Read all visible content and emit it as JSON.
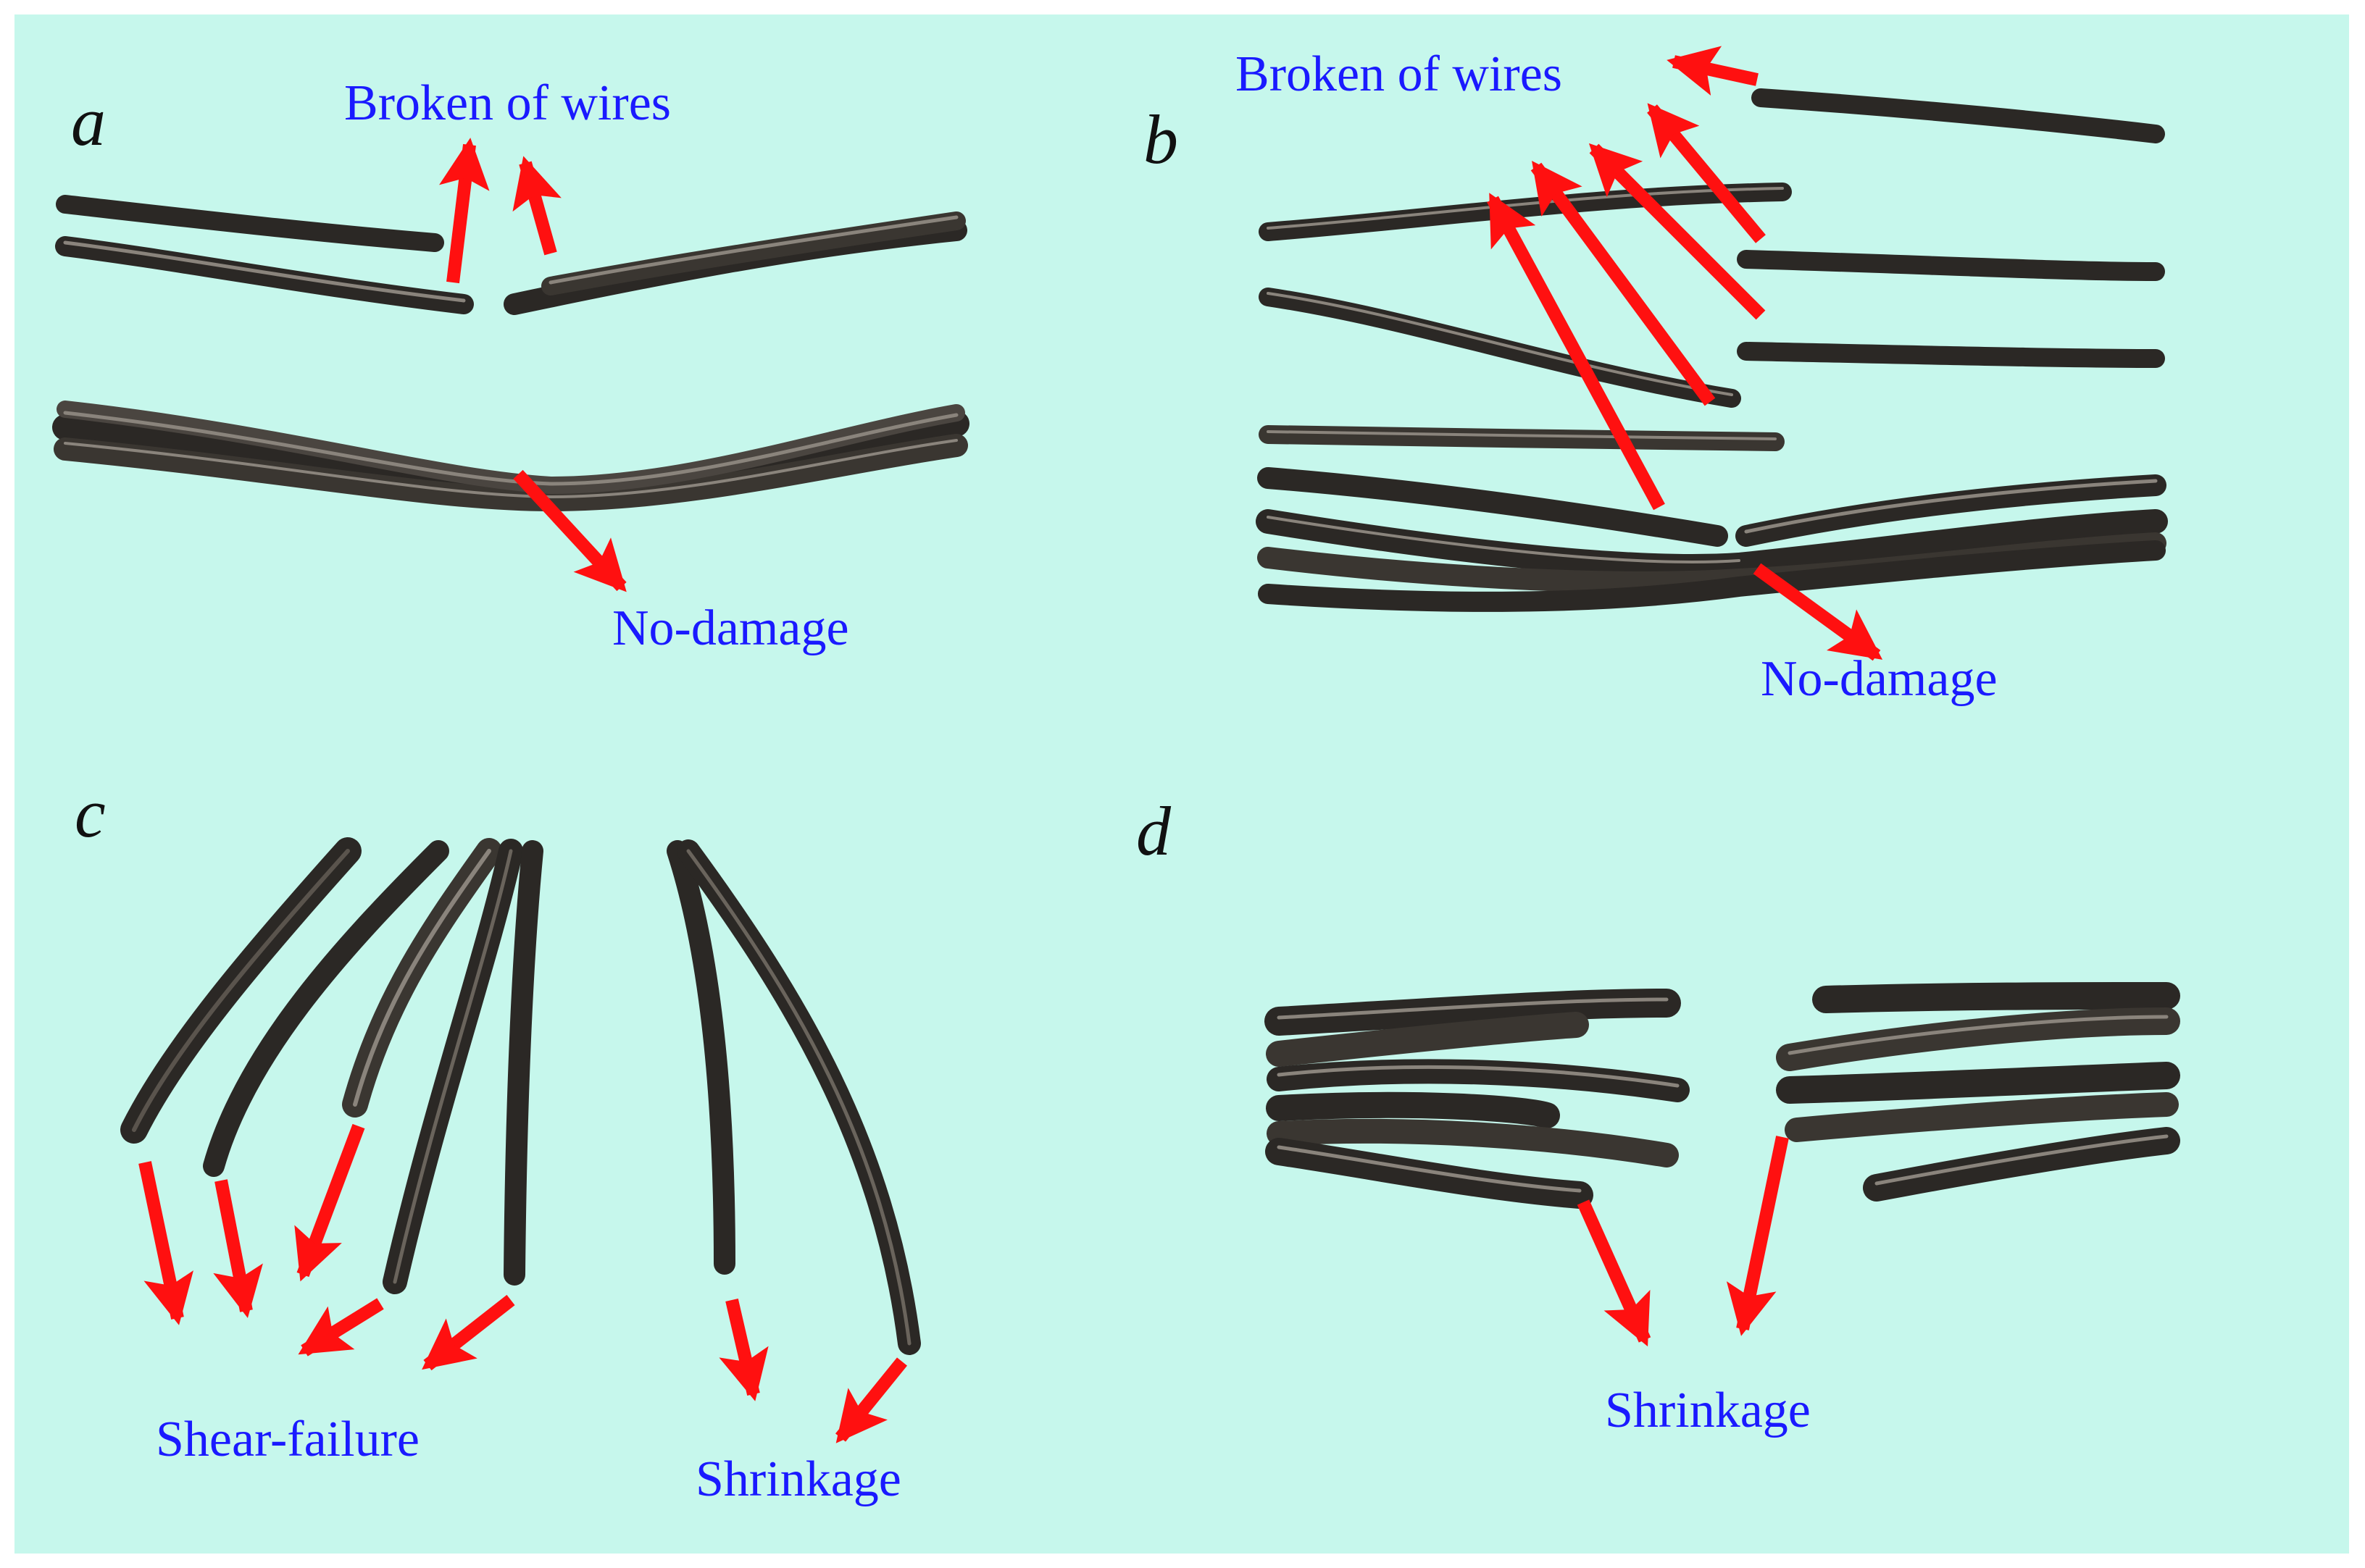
{
  "colors": {
    "background": "#c6f7ec",
    "annotation_text": "#1a1aff",
    "arrow": "#ff1010",
    "wire_dark": "#2b2825",
    "wire_mid": "#4a4540",
    "wire_highlight": "#8a847c"
  },
  "panels": [
    {
      "id": "a",
      "label": "a",
      "annotations": [
        "Broken of wires",
        "No-damage"
      ]
    },
    {
      "id": "b",
      "label": "b",
      "annotations": [
        "Broken of wires",
        "No-damage"
      ]
    },
    {
      "id": "c",
      "label": "c",
      "annotations": [
        "Shear-failure",
        "Shrinkage"
      ]
    },
    {
      "id": "d",
      "label": "d",
      "annotations": [
        "Shrinkage"
      ]
    }
  ]
}
